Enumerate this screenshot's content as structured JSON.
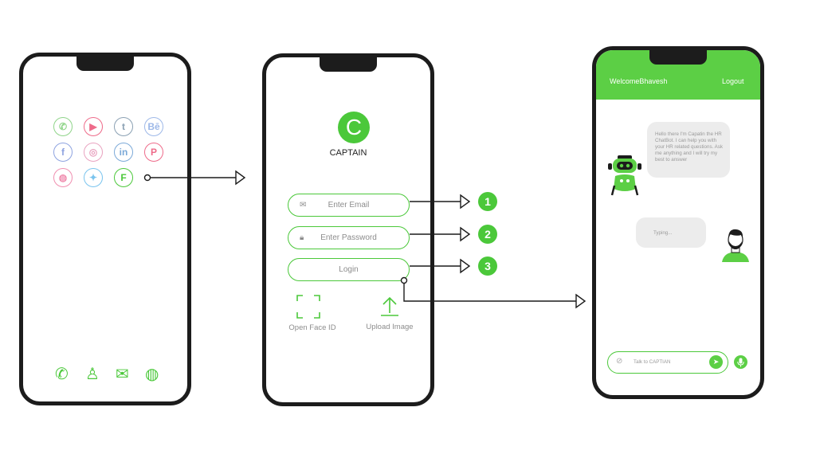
{
  "colors": {
    "accent": "#4bc83a",
    "header": "#5ccf45",
    "frame": "#1c1c1c"
  },
  "phone1": {
    "apps": [
      {
        "name": "whatsapp-icon",
        "glyph": "✆",
        "color": "#8fd489"
      },
      {
        "name": "youtube-icon",
        "glyph": "▶",
        "color": "#ee6b8a"
      },
      {
        "name": "tumblr-icon",
        "glyph": "t",
        "color": "#8aa0b3"
      },
      {
        "name": "behance-icon",
        "glyph": "Bē",
        "color": "#9db8e8"
      },
      {
        "name": "facebook-icon",
        "glyph": "f",
        "color": "#8ea3e0"
      },
      {
        "name": "instagram-icon",
        "glyph": "◎",
        "color": "#e9a3c0"
      },
      {
        "name": "linkedin-icon",
        "glyph": "in",
        "color": "#7ba9d8"
      },
      {
        "name": "pinterest-icon",
        "glyph": "P",
        "color": "#ee6b8a"
      },
      {
        "name": "dribbble-icon",
        "glyph": "◍",
        "color": "#f08fb0"
      },
      {
        "name": "twitter-icon",
        "glyph": "✦",
        "color": "#7ac4ee"
      },
      {
        "name": "captain-app-icon",
        "glyph": "F",
        "color": "#4bc83a"
      }
    ],
    "dock": [
      {
        "name": "phone-icon",
        "glyph": "✆"
      },
      {
        "name": "contact-icon",
        "glyph": "♙"
      },
      {
        "name": "mail-icon",
        "glyph": "✉"
      },
      {
        "name": "globe-icon",
        "glyph": "◍"
      }
    ]
  },
  "phone2": {
    "logo_letter": "C",
    "brand": "CAPTAIN",
    "email_placeholder": "Enter Email",
    "password_placeholder": "Enter Password",
    "login_label": "Login",
    "face_id_label": "Open Face ID",
    "upload_label": "Upload Image"
  },
  "phone3": {
    "welcome": "WelcomeBhavesh",
    "logout": "Logout",
    "bot_message": "Hello there I'm Capatin the HR ChatBot. I can help you with your HR related questions. Ask me anything and I will try my best to answer",
    "typing": "Typing...",
    "input_placeholder": "Talk to CAPTIAN"
  },
  "steps": [
    "1",
    "2",
    "3"
  ]
}
